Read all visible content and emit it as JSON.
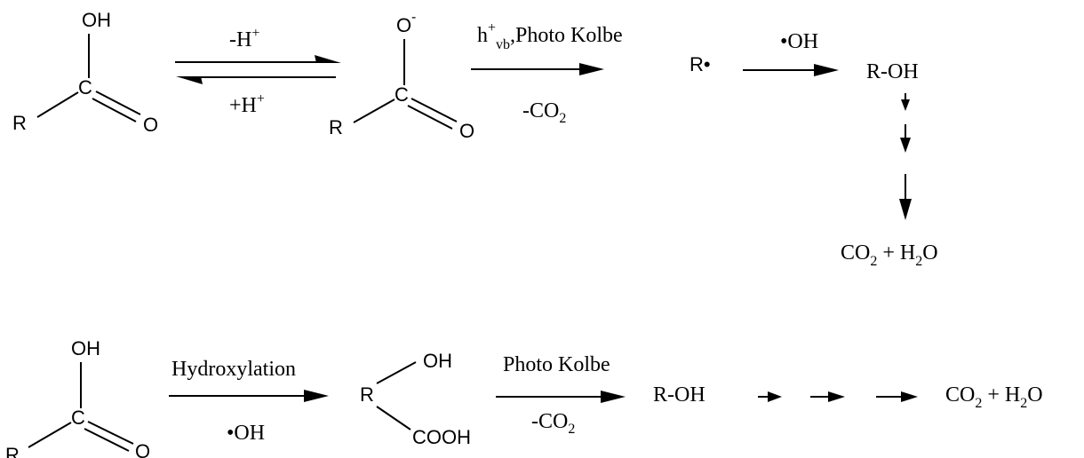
{
  "atoms": {
    "oh": "OH",
    "o": "O",
    "o_anion": "O",
    "anion_charge": "-",
    "c": "C",
    "r": "R",
    "cooh": "COOH",
    "radical_dot": "•"
  },
  "pathway_1": {
    "deprotonation_label": "-H",
    "protonation_label": "+H",
    "plus_sup": "+",
    "step2_label_h": "h",
    "step2_label_sup": "+",
    "step2_label_sub": "vb",
    "step2_label_rest": ",Photo Kolbe",
    "step2_loss": "-CO",
    "step2_loss_sub": "2",
    "step3_reagent": "•OH",
    "alcohol": "R-OH",
    "product_co": "CO",
    "product_co_sub": "2",
    "product_plus_h": " + H",
    "product_h_sub": "2",
    "product_o": "O"
  },
  "pathway_2": {
    "step1_label": "Hydroxylation",
    "step1_reagent": "•OH",
    "step2_label": "Photo Kolbe",
    "step2_loss": "-CO",
    "step2_loss_sub": "2",
    "alcohol": "R-OH",
    "product_co": "CO",
    "product_co_sub": "2",
    "product_plus_h": " + H",
    "product_h_sub": "2",
    "product_o": "O"
  }
}
